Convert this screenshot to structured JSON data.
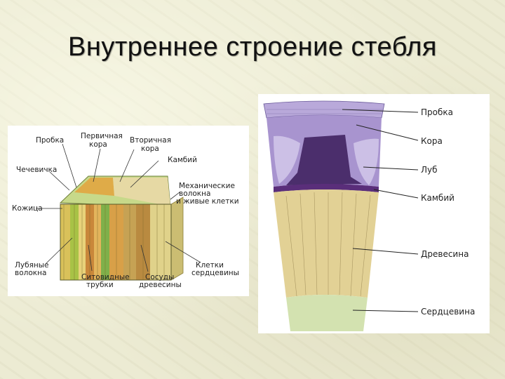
{
  "slide": {
    "title": "Внутреннее строение стебля"
  },
  "left_diagram": {
    "labels": {
      "cork": "Пробка",
      "primary_cortex_1": "Первичная",
      "primary_cortex_2": "кора",
      "secondary_cortex_1": "Вторичная",
      "secondary_cortex_2": "кора",
      "cambium": "Камбий",
      "lenticel": "Чечевичка",
      "mechanical_1": "Механические",
      "mechanical_2": "волокна",
      "mechanical_3": "и живые клетки",
      "epidermis": "Кожица",
      "bast_fibers_1": "Лубяные",
      "bast_fibers_2": "волокна",
      "sieve_tubes_1": "Ситовидные",
      "sieve_tubes_2": "трубки",
      "vessels_1": "Сосуды",
      "vessels_2": "древесины",
      "pith_cells_1": "Клетки",
      "pith_cells_2": "сердцевины"
    }
  },
  "right_diagram": {
    "labels": {
      "cork": "Пробка",
      "cortex": "Кора",
      "phloem": "Луб",
      "cambium": "Камбий",
      "wood": "Древесина",
      "pith": "Сердцевина"
    }
  },
  "colors": {
    "background": "#ecebd3",
    "cork": "#b7a7d8",
    "cortex_dark": "#4a2f6a",
    "cambium": "#6b3a8a",
    "wood": "#e0cf8e",
    "green_layer": "#9bbf3a",
    "orange_layer": "#d98a3a"
  }
}
